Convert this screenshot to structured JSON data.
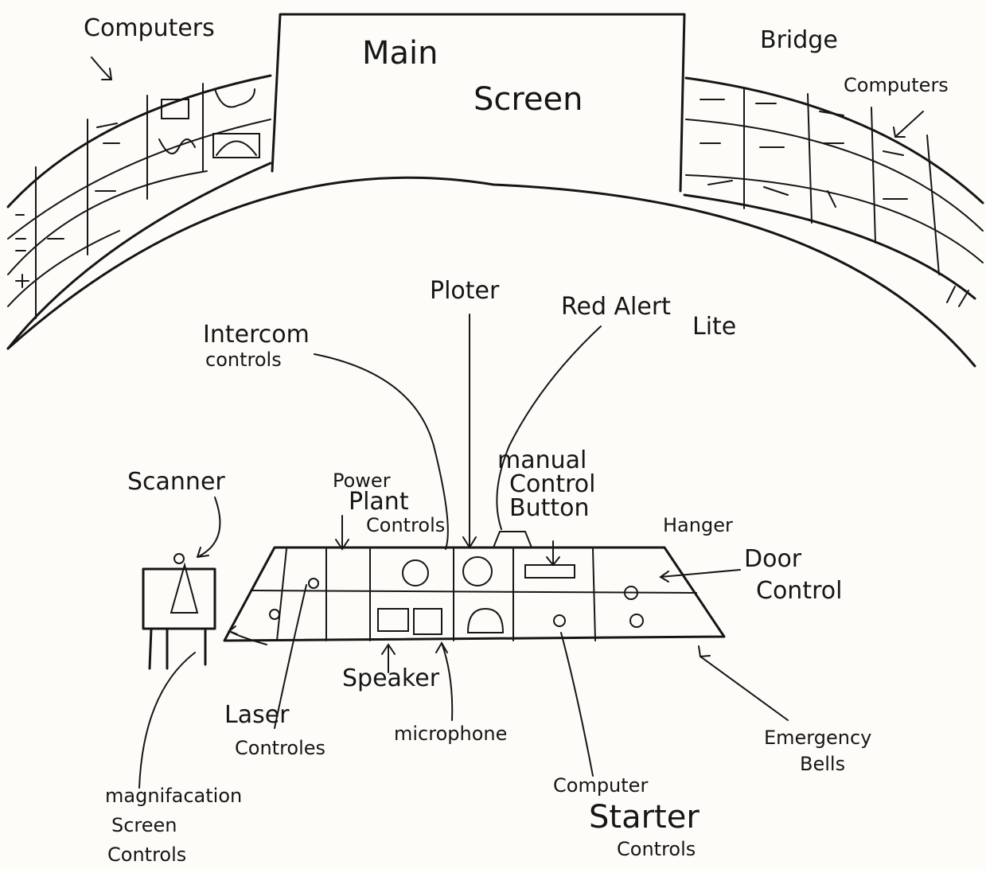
{
  "labels": {
    "main_screen_1": "Main",
    "main_screen_2": "Screen",
    "computers": "Computers",
    "bridge_1": "Bridge",
    "bridge_2": "Computers",
    "ploter": "Ploter",
    "red_alert_1": "Red Alert",
    "red_alert_2": "Lite",
    "intercom_1": "Intercom",
    "intercom_2": "controls",
    "scanner": "Scanner",
    "power_1": "Power",
    "power_2": "Plant",
    "power_3": "Controls",
    "manual_1": "manual",
    "manual_2": "Control",
    "manual_3": "Button",
    "hanger_1": "Hanger",
    "hanger_2": "Door",
    "hanger_3": "Control",
    "speaker": "Speaker",
    "laser_1": "Laser",
    "laser_2": "Controles",
    "microphone": "microphone",
    "emergency_1": "Emergency",
    "emergency_2": "Bells",
    "computer_starter_1": "Computer",
    "computer_starter_2": "Starter",
    "computer_starter_3": "Controls",
    "magnification_1": "magnifacation",
    "magnification_2": "Screen",
    "magnification_3": "Controls"
  }
}
